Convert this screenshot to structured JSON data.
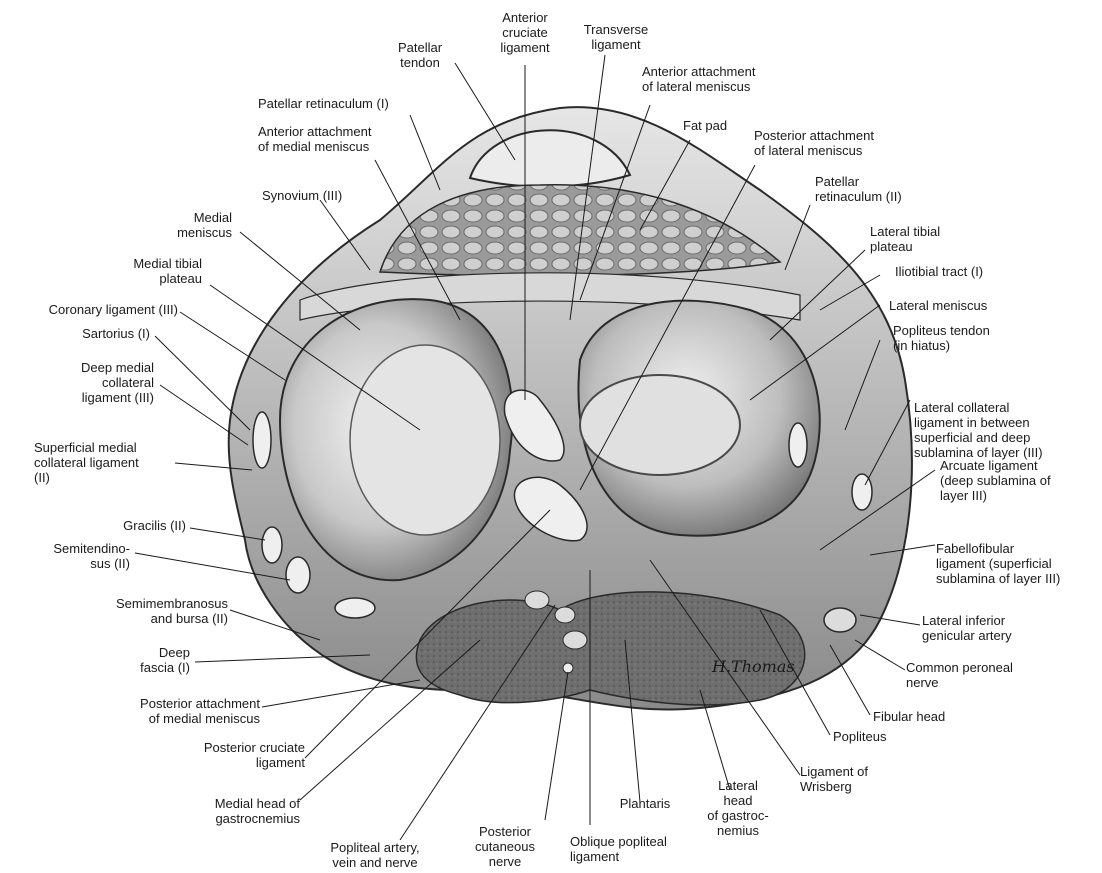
{
  "labels": {
    "anterior_cruciate_ligament": [
      "Anterior",
      "cruciate",
      "ligament"
    ],
    "transverse_ligament": [
      "Transverse",
      "ligament"
    ],
    "patellar_tendon": [
      "Patellar",
      "tendon"
    ],
    "anterior_attachment_lateral_meniscus": [
      "Anterior attachment",
      "of lateral meniscus"
    ],
    "fat_pad": [
      "Fat pad"
    ],
    "patellar_retinaculum_i": [
      "Patellar retinaculum (I)"
    ],
    "anterior_attachment_medial_meniscus": [
      "Anterior attachment",
      "of medial meniscus"
    ],
    "posterior_attachment_lateral_meniscus": [
      "Posterior attachment",
      "of lateral meniscus"
    ],
    "synovium_iii": [
      "Synovium (III)"
    ],
    "patellar_retinaculum_ii": [
      "Patellar",
      "retinaculum (II)"
    ],
    "medial_meniscus": [
      "Medial",
      "meniscus"
    ],
    "lateral_tibial_plateau": [
      "Lateral tibial",
      "plateau"
    ],
    "medial_tibial_plateau": [
      "Medial tibial",
      "plateau"
    ],
    "iliotibial_tract": [
      "Iliotibial tract (I)"
    ],
    "coronary_ligament": [
      "Coronary ligament (III)"
    ],
    "lateral_meniscus": [
      "Lateral meniscus"
    ],
    "sartorius": [
      "Sartorius (I)"
    ],
    "popliteus_tendon": [
      "Popliteus tendon",
      "(in hiatus)"
    ],
    "deep_medial_collateral": [
      "Deep medial",
      "collateral",
      "ligament (III)"
    ],
    "lateral_collateral_ligament": [
      "Lateral collateral",
      "ligament in between",
      "superficial and deep",
      "sublamina of layer (III)"
    ],
    "superficial_medial_collateral": [
      "Superficial medial",
      "collateral ligament",
      "(II)"
    ],
    "arcuate_ligament": [
      "Arcuate ligament",
      "(deep sublamina of",
      "layer III)"
    ],
    "gracilis": [
      "Gracilis (II)"
    ],
    "semitendinosus": [
      "Semitendino-",
      "sus (II)"
    ],
    "fabellofibular_ligament": [
      "Fabellofibular",
      "ligament (superficial",
      "sublamina of layer III)"
    ],
    "semimembranosus": [
      "Semimembranosus",
      "and bursa (II)"
    ],
    "lateral_inferior_genicular_artery": [
      "Lateral inferior",
      "genicular artery"
    ],
    "deep_fascia": [
      "Deep",
      "fascia (I)"
    ],
    "common_peroneal_nerve": [
      "Common peroneal",
      "nerve"
    ],
    "posterior_attachment_medial_meniscus": [
      "Posterior attachment",
      "of medial meniscus"
    ],
    "fibular_head": [
      "Fibular head"
    ],
    "posterior_cruciate_ligament": [
      "Posterior cruciate",
      "ligament"
    ],
    "popliteus": [
      "Popliteus"
    ],
    "ligament_of_wrisberg": [
      "Ligament of",
      "Wrisberg"
    ],
    "medial_head_gastrocnemius": [
      "Medial head of",
      "gastrocnemius"
    ],
    "lateral_head_gastrocnemius": [
      "Lateral",
      "head",
      "of gastroc-",
      "nemius"
    ],
    "plantaris": [
      "Plantaris"
    ],
    "posterior_cutaneous_nerve": [
      "Posterior",
      "cutaneous",
      "nerve"
    ],
    "oblique_popliteal_ligament": [
      "Oblique popliteal",
      "ligament"
    ],
    "popliteal_artery": [
      "Popliteal artery,",
      "vein and nerve"
    ]
  },
  "signature": "H.Thomas"
}
